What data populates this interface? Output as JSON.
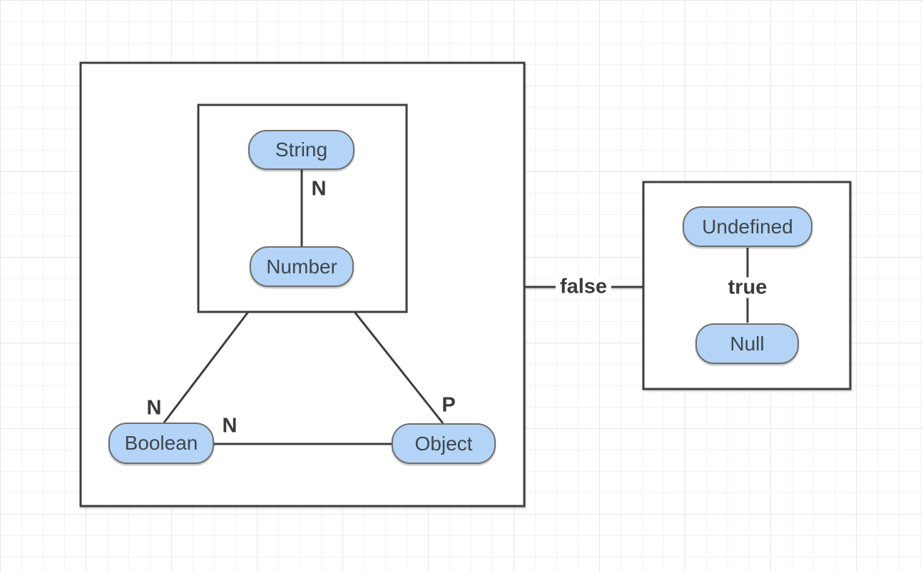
{
  "colors": {
    "background": "#ffffff",
    "grid_minor": "#f2f2f2",
    "grid_major": "#e8e8e8",
    "container_fill": "#ffffff",
    "container_stroke": "#3e3e3e",
    "line_stroke": "#3e3e3e",
    "node_fill": "#b3d4f6",
    "node_border": "#6f6f6f",
    "node_text": "#3f464d",
    "edge_label_text": "#3a3a3a"
  },
  "diagram": {
    "nodes": [
      {
        "id": "string",
        "label": "String"
      },
      {
        "id": "number",
        "label": "Number"
      },
      {
        "id": "boolean",
        "label": "Boolean"
      },
      {
        "id": "object",
        "label": "Object"
      },
      {
        "id": "undefined",
        "label": "Undefined"
      },
      {
        "id": "null",
        "label": "Null"
      }
    ],
    "edges": [
      {
        "id": "string-number",
        "label": "N"
      },
      {
        "id": "group-boolean",
        "label": "N"
      },
      {
        "id": "group-object",
        "label": "P"
      },
      {
        "id": "boolean-object",
        "label": "N"
      },
      {
        "id": "outer-right",
        "label": "false"
      },
      {
        "id": "undefined-null",
        "label": "true"
      }
    ]
  }
}
